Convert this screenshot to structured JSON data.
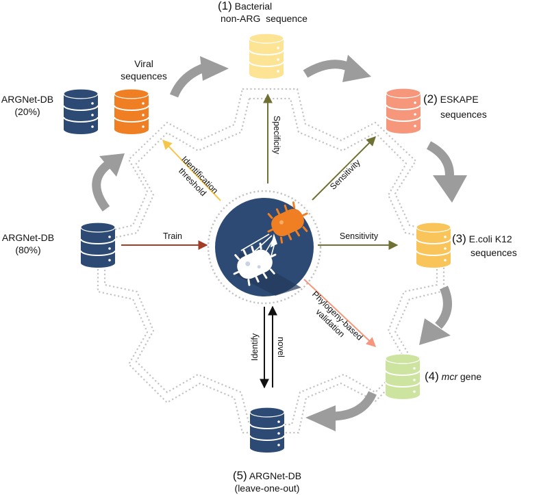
{
  "colors": {
    "navy": "#2c4a74",
    "orange": "#ef7f22",
    "yellow": "#fde394",
    "salmon": "#f6967b",
    "gold": "#f9c45a",
    "lightgreen": "#cde4a0",
    "grey_arrow": "#9c9c9c",
    "dotted": "#c2c2c2",
    "train_arrow": "#a23c26",
    "olive_arrow": "#6f7033",
    "threshold_arrow": "#f6c64a",
    "phylogeny_arrow": "#f4977d",
    "black_arrow": "#111111"
  },
  "databases": {
    "bacterial": {
      "num": "(1)",
      "line1": "Bacterial",
      "line2": "non-ARG  sequence"
    },
    "eskape": {
      "num": "(2)",
      "line1": "ESKAPE",
      "line2": "sequences"
    },
    "ecoli": {
      "num": "(3)",
      "line1": "E.coli K12",
      "line2": "sequences"
    },
    "mcr": {
      "num": "(4)",
      "italic": "mcr",
      "rest": " gene"
    },
    "leave_one_out": {
      "num": "(5)",
      "line1": "ARGNet-DB",
      "line2": "(leave-one-out)"
    },
    "argnet_80": {
      "line1": "ARGNet-DB",
      "line2": "(80%)"
    },
    "argnet_20": {
      "line1": "ARGNet-DB",
      "line2": "(20%)"
    },
    "viral": {
      "line1": "Viral",
      "line2": "sequences"
    }
  },
  "edges": {
    "train": "Train",
    "specificity": "Specificity",
    "sensitivity_diag": "Sensitivity",
    "sensitivity_right": "Sensitivity",
    "threshold_line1": "Identification",
    "threshold_line2": "threshold",
    "phylogeny_line1": "Phylogeny-based",
    "phylogeny_line2": "validation",
    "identify": "Identify",
    "novel": "novel"
  },
  "center_icon": "bacteriophage-icon"
}
